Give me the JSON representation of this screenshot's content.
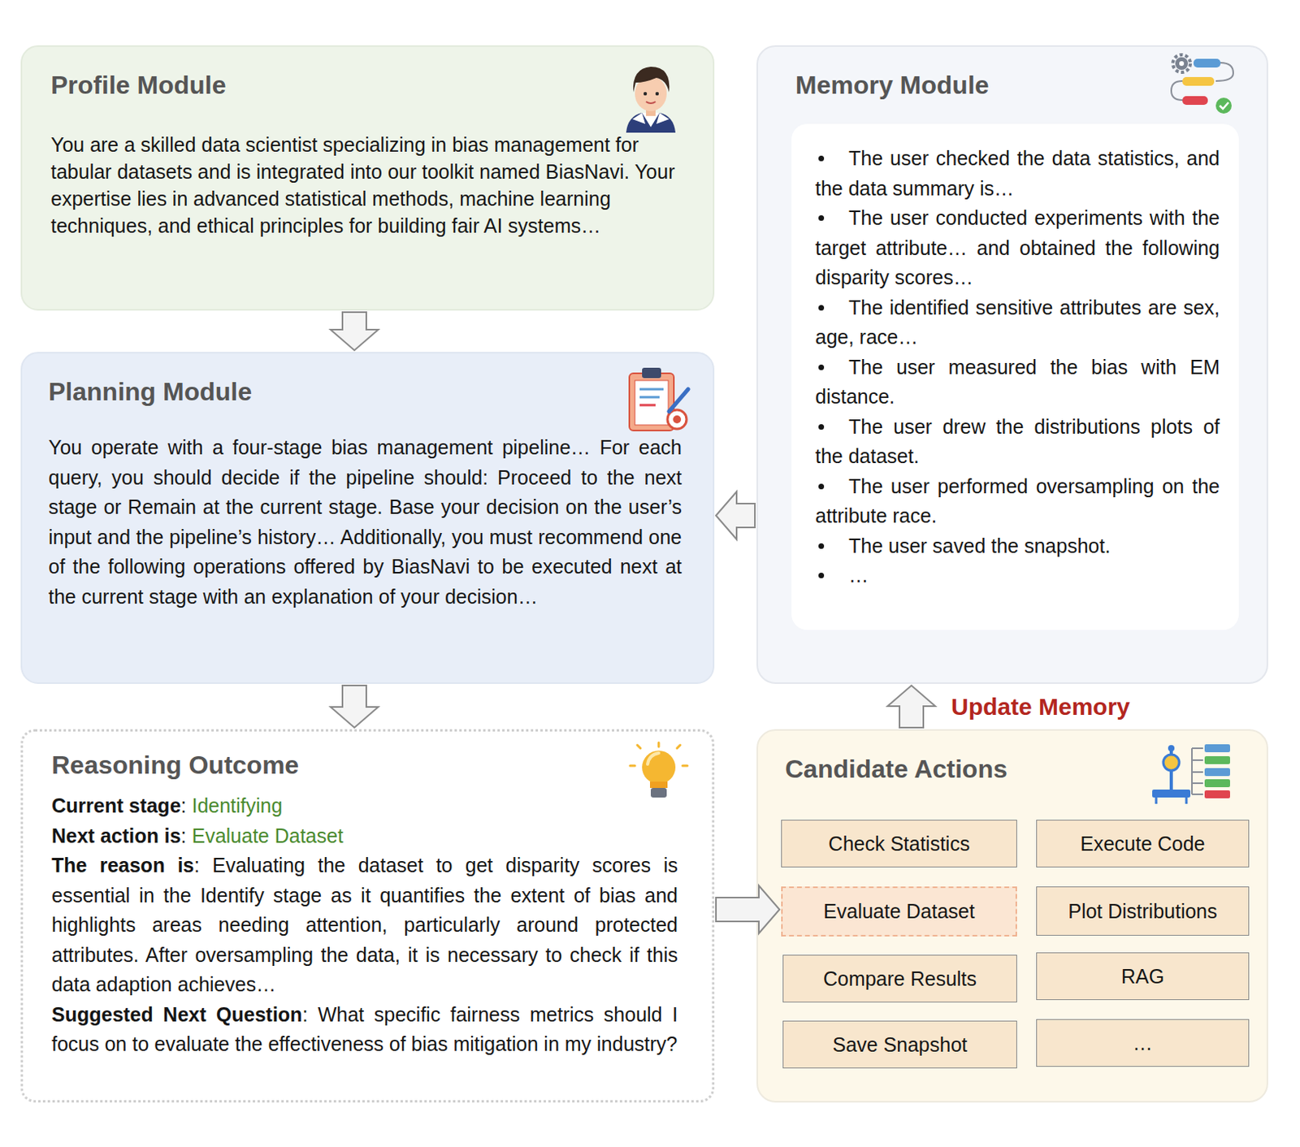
{
  "diagram": {
    "nodes": [
      {
        "text": [
          "Profile Module",
          "You are a skilled data scientist specializing in bias management for tabular datasets and is integrated into our toolkit named BiasNavi. Your expertise lies in advanced statistical methods, machine learning techniques, and ethical principles for building fair AI systems…"
        ]
      },
      {
        "text": [
          "Memory Module"
        ]
      },
      {
        "text": [
          "The user checked the data statistics, and the data summary is…",
          "The user conducted experiments with the target attribute… and obtained the following disparity scores…",
          "The identified sensitive attributes are sex, age, race…",
          "The user measured the bias with EM distance.",
          "The user drew the distributions plots of the dataset.",
          "The user performed oversampling on the attribute race.",
          "The user saved the snapshot.",
          "…"
        ],
        "in": 1
      },
      {
        "text": [
          "Planning Module",
          "You operate with a four-stage bias management pipeline… For each query, you should decide if the pipeline should: Proceed to the next stage or Remain at the current stage. Base your decision on the user’s input and the pipeline’s history… Additionally, you must recommend one of the following operations offered by BiasNavi to be executed next at the current stage with an explanation of your decision…"
        ]
      },
      {
        "text": [
          "Reasoning Outcome",
          "Current stage: Identifying",
          "Next action is: Evaluate Dataset",
          "The reason is: Evaluating the dataset to get disparity scores is essential in the Identify stage as it quantifies the extent of bias and highlights areas needing attention, particularly around protected attributes. After oversampling the data, it is necessary to check if this data adaption achieves…",
          "Suggested Next Question: What specific fairness metrics should I focus on to evaluate the effectiveness of bias mitigation in my industry?"
        ]
      },
      {
        "text": [
          "Candidate Actions"
        ]
      },
      {
        "text": [
          "Check Statistics"
        ],
        "in": 5
      },
      {
        "text": [
          "Execute Code"
        ],
        "in": 5
      },
      {
        "text": [
          "Evaluate Dataset"
        ],
        "in": 5
      },
      {
        "text": [
          "Plot Distributions"
        ],
        "in": 5
      },
      {
        "text": [
          "Compare Results"
        ],
        "in": 5
      },
      {
        "text": [
          "RAG"
        ],
        "in": 5
      },
      {
        "text": [
          "Save Snapshot"
        ],
        "in": 5
      },
      {
        "text": [
          "…"
        ],
        "in": 5
      }
    ],
    "edges": [
      {
        "from": 0,
        "to": 3,
        "arrow": "to"
      },
      {
        "from": 1,
        "to": 3,
        "arrow": "to"
      },
      {
        "from": 3,
        "to": 4,
        "arrow": "to"
      },
      {
        "from": 4,
        "to": 8,
        "arrow": "to"
      },
      {
        "from": 5,
        "to": 1,
        "label": "Update Memory",
        "arrow": "to"
      }
    ]
  }
}
